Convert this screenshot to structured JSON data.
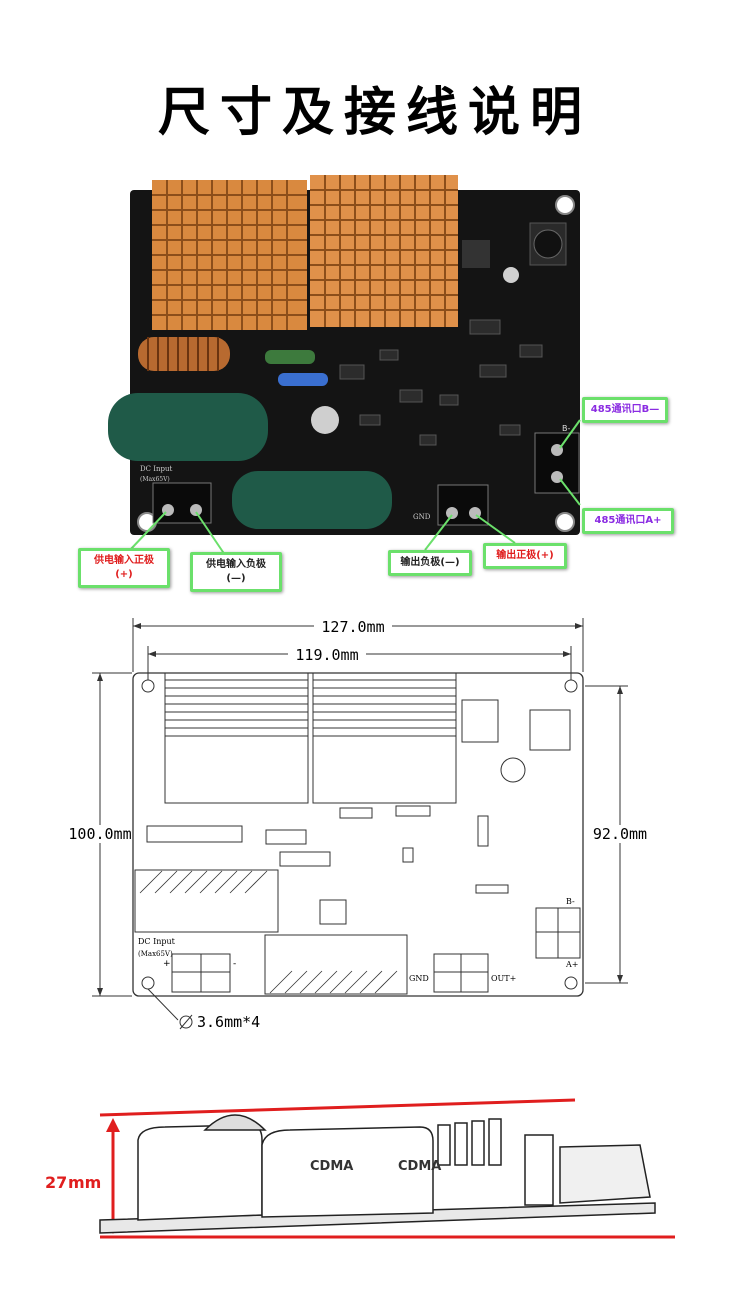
{
  "title": "尺寸及接线说明",
  "photo": {
    "board_labels": {
      "dc_input": "DC Input",
      "max_voltage": "(Max65V)",
      "gnd": "GND",
      "b_minus": "B-"
    },
    "callouts": {
      "port_b": "485通讯口B—",
      "port_a": "485通讯口A+",
      "input_pos_line1": "供电输入正极",
      "input_pos_line2": "(+)",
      "input_neg_line1": "供电输入负极",
      "input_neg_line2": "(—)",
      "output_neg": "输出负极(—)",
      "output_pos": "输出正极(+)"
    },
    "colors": {
      "pcb": "#141414",
      "heatsink": "#d9893f",
      "callout_border": "#6be06b",
      "red_text": "#e01e1e",
      "purple_text": "#8a2be2"
    }
  },
  "drawing": {
    "width_outer": "127.0mm",
    "width_holes": "119.0mm",
    "height_outer": "100.0mm",
    "height_holes": "92.0mm",
    "hole_spec": "3.6mm*4",
    "labels": {
      "dc_input": "DC Input",
      "max_voltage": "(Max65V)",
      "plus": "+",
      "minus": "-",
      "gnd": "GND",
      "out_plus": "OUT+",
      "b_minus": "B-",
      "a_plus": "A+"
    }
  },
  "side_view": {
    "height": "27",
    "unit": "mm",
    "cap_text_1": "CDMA",
    "cap_text_2": "CDMA"
  }
}
